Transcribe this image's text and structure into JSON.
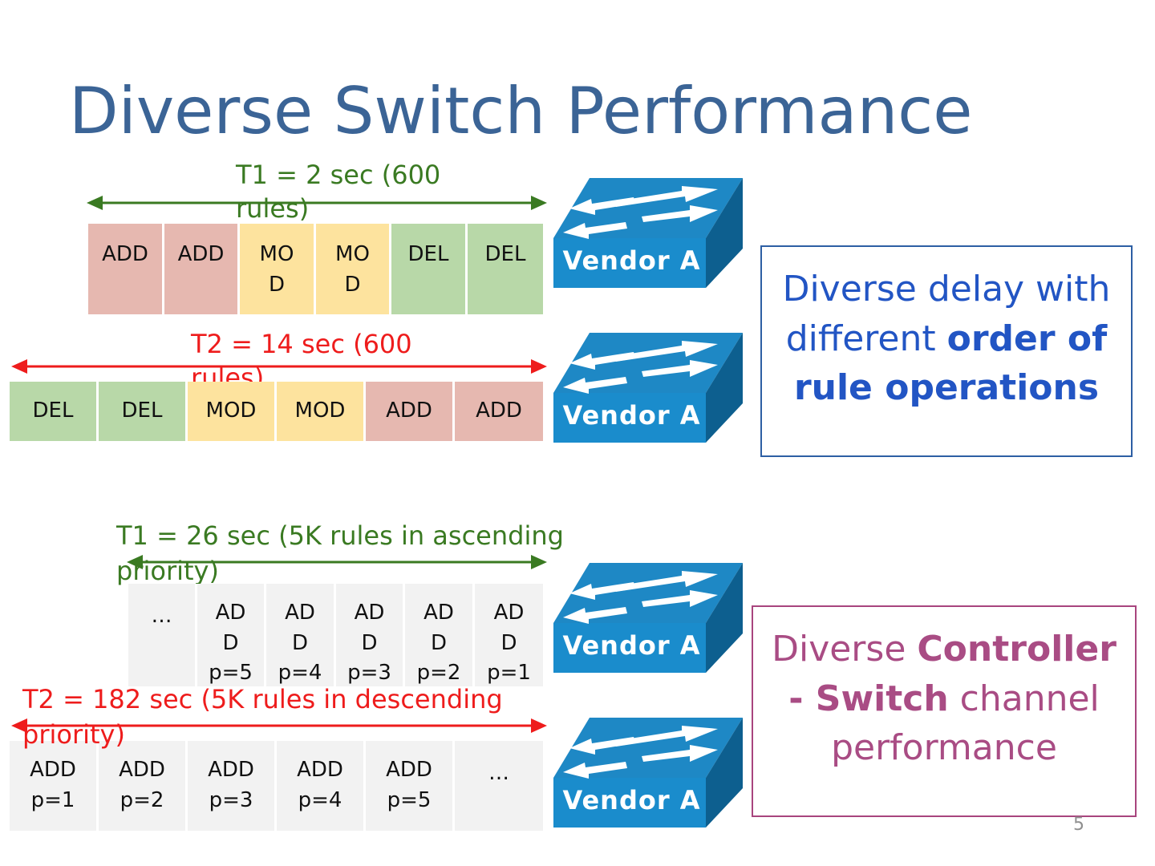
{
  "slide": {
    "title": "Diverse Switch Performance",
    "page_number": "5"
  },
  "rows": [
    {
      "timing_label": "T1 = 2 sec (600 rules)",
      "label_color": "#3a7a22",
      "cells": [
        {
          "text": "ADD",
          "kind": "add"
        },
        {
          "text": "ADD",
          "kind": "add"
        },
        {
          "text": "MO\nD",
          "kind": "mod"
        },
        {
          "text": "MO\nD",
          "kind": "mod"
        },
        {
          "text": "DEL",
          "kind": "del"
        },
        {
          "text": "DEL",
          "kind": "del"
        }
      ],
      "switch_label": "Vendor A"
    },
    {
      "timing_label": "T2 = 14 sec (600 rules)",
      "label_color": "#ee1c1c",
      "cells": [
        {
          "text": "DEL",
          "kind": "del"
        },
        {
          "text": "DEL",
          "kind": "del"
        },
        {
          "text": "MOD",
          "kind": "mod"
        },
        {
          "text": "MOD",
          "kind": "mod"
        },
        {
          "text": "ADD",
          "kind": "add"
        },
        {
          "text": "ADD",
          "kind": "add"
        }
      ],
      "switch_label": "Vendor A"
    },
    {
      "timing_label": "T1 = 26 sec (5K rules in ascending priority)",
      "label_color": "#3a7a22",
      "cells": [
        {
          "text": "…",
          "kind": "gry"
        },
        {
          "text": "AD\nD\np=5",
          "kind": "gry"
        },
        {
          "text": "AD\nD\np=4",
          "kind": "gry"
        },
        {
          "text": "AD\nD\np=3",
          "kind": "gry"
        },
        {
          "text": "AD\nD\np=2",
          "kind": "gry"
        },
        {
          "text": "AD\nD\np=1",
          "kind": "gry"
        }
      ],
      "switch_label": "Vendor A"
    },
    {
      "timing_label": "T2 = 182 sec (5K rules in descending priority)",
      "label_color": "#ee1c1c",
      "cells": [
        {
          "text": "ADD\np=1",
          "kind": "gry"
        },
        {
          "text": "ADD\np=2",
          "kind": "gry"
        },
        {
          "text": "ADD\np=3",
          "kind": "gry"
        },
        {
          "text": "ADD\np=4",
          "kind": "gry"
        },
        {
          "text": "ADD\np=5",
          "kind": "gry"
        },
        {
          "text": "…",
          "kind": "gry"
        }
      ],
      "switch_label": "Vendor A"
    }
  ],
  "callouts": {
    "order": {
      "line1": "Diverse delay with",
      "line2_plain": "different ",
      "line2_bold": "order of",
      "line3_bold": "rule operations",
      "color": "#2255c4"
    },
    "channel": {
      "line1_plain": "Diverse ",
      "line1_bold": "Controller",
      "line2_bold": "- Switch",
      "line2_plain": " channel",
      "line3": "performance",
      "color": "#a94c84"
    }
  },
  "colors": {
    "title": "#3b6496",
    "add_cell": "#e6b8b0",
    "mod_cell": "#fde39e",
    "del_cell": "#b8d8a8",
    "neutral_cell": "#f2f2f2",
    "switch_top": "#1e88c5",
    "switch_side": "#0d5f8f"
  },
  "icons": {
    "switch": "network-switch-icon"
  }
}
